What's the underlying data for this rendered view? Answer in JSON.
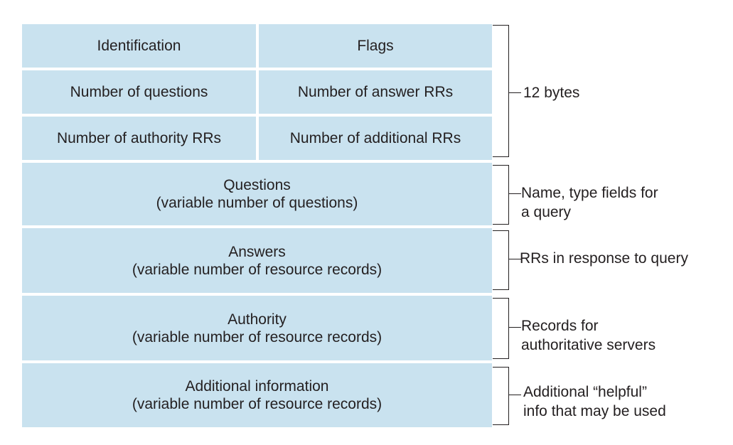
{
  "header_fields": {
    "identification": "Identification",
    "flags": "Flags",
    "num_questions": "Number of questions",
    "num_answer_rrs": "Number of answer RRs",
    "num_authority_rrs": "Number of authority RRs",
    "num_additional_rrs": "Number of additional RRs"
  },
  "sections": {
    "questions": {
      "title": "Questions",
      "subtitle": "(variable number of questions)"
    },
    "answers": {
      "title": "Answers",
      "subtitle": "(variable number of resource records)"
    },
    "authority": {
      "title": "Authority",
      "subtitle": "(variable number of resource records)"
    },
    "additional": {
      "title": "Additional information",
      "subtitle": "(variable number of resource records)"
    }
  },
  "annotations": {
    "header": "12 bytes",
    "questions": [
      "Name, type fields for",
      "a query"
    ],
    "answers": "RRs in response to query",
    "authority": [
      "Records for",
      "authoritative servers"
    ],
    "additional": [
      "Additional “helpful”",
      "info that may be used"
    ]
  },
  "colors": {
    "fill": "#c9e2ef",
    "line": "#231f20"
  }
}
